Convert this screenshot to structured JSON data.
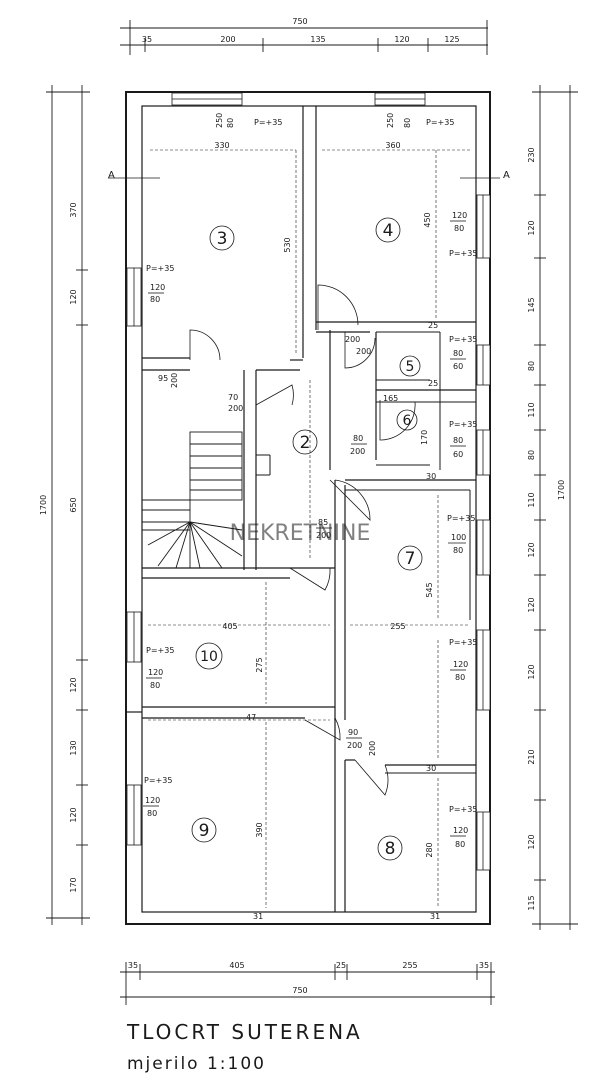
{
  "title": "TLOCRT SUTERENA",
  "scale": "mjerilo   1:100",
  "watermark": "NEKRETNINE",
  "dims": {
    "top_total": "750",
    "top_parts": [
      "35",
      "200",
      "135",
      "120",
      "125"
    ],
    "bottom_total": "750",
    "bottom_parts": [
      "35",
      "405",
      "25",
      "255",
      "35"
    ],
    "left_total": "1700",
    "left_parts": [
      "370",
      "120",
      "650",
      "120",
      "130",
      "120",
      "170"
    ],
    "right_total": "1700",
    "right_parts": [
      "230",
      "120",
      "145",
      "80",
      "110",
      "80",
      "110",
      "120",
      "120",
      "120",
      "210",
      "120",
      "115"
    ]
  },
  "section_marks": [
    "A",
    "A"
  ],
  "rooms": [
    {
      "num": "3"
    },
    {
      "num": "4"
    },
    {
      "num": "2"
    },
    {
      "num": "5"
    },
    {
      "num": "6"
    },
    {
      "num": "7"
    },
    {
      "num": "10"
    },
    {
      "num": "9"
    },
    {
      "num": "8"
    }
  ],
  "annotations": {
    "r3_width": "330",
    "r3_height": "530",
    "r4_width": "360",
    "r4_height": "450",
    "r10_width": "405",
    "r10_height": "275",
    "r7_width": "255",
    "r7_height": "545",
    "r9_height": "390",
    "r8_height": "280",
    "parapet": "P=+35",
    "win_top": "250",
    "win_bot": "80",
    "win_120": "120",
    "win_80": "80",
    "win_100": "100",
    "door_200": "200",
    "door_90": "90",
    "door_85": "85",
    "door_70": "70",
    "door_60": "60",
    "door_95": "95",
    "door_30": "30",
    "small_25": "25",
    "small_165": "165",
    "small_170": "170",
    "small_47": "47",
    "small_31": "31"
  }
}
